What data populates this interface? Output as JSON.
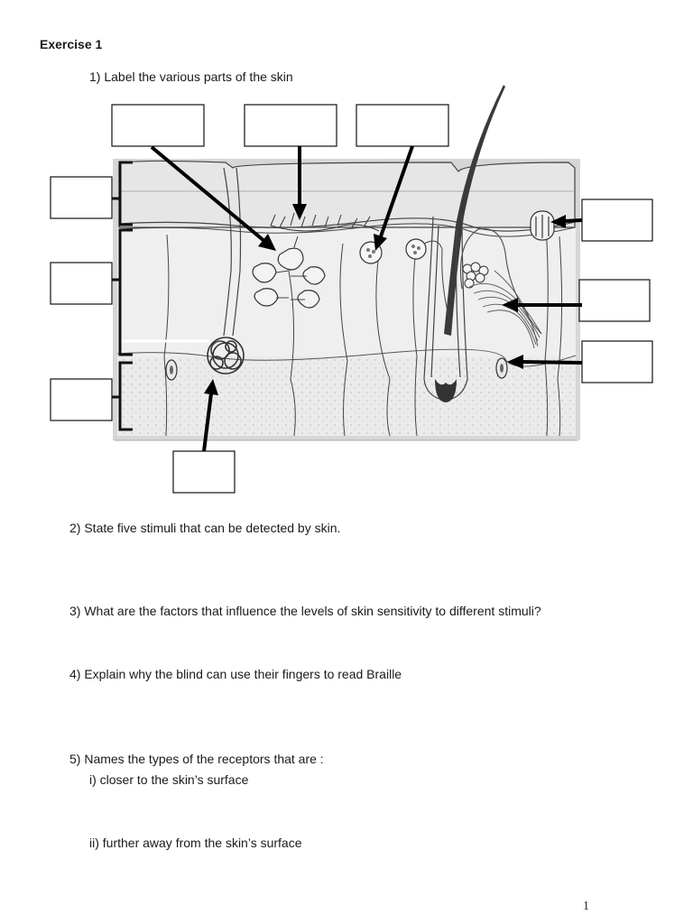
{
  "exercise_title": "Exercise 1",
  "questions": {
    "q1": "1) Label the various parts of the skin",
    "q2": "2) State five stimuli that can be detected by skin.",
    "q3": "3) What are the factors that influence the levels of skin sensitivity to different stimuli?",
    "q4": "4) Explain why the blind can use their fingers to read Braille",
    "q5": "5) Names the types of the receptors that are :",
    "q5_i": "i) closer to the skin’s surface",
    "q5_ii": "ii) further away from the skin’s surface"
  },
  "page_number": "1"
}
